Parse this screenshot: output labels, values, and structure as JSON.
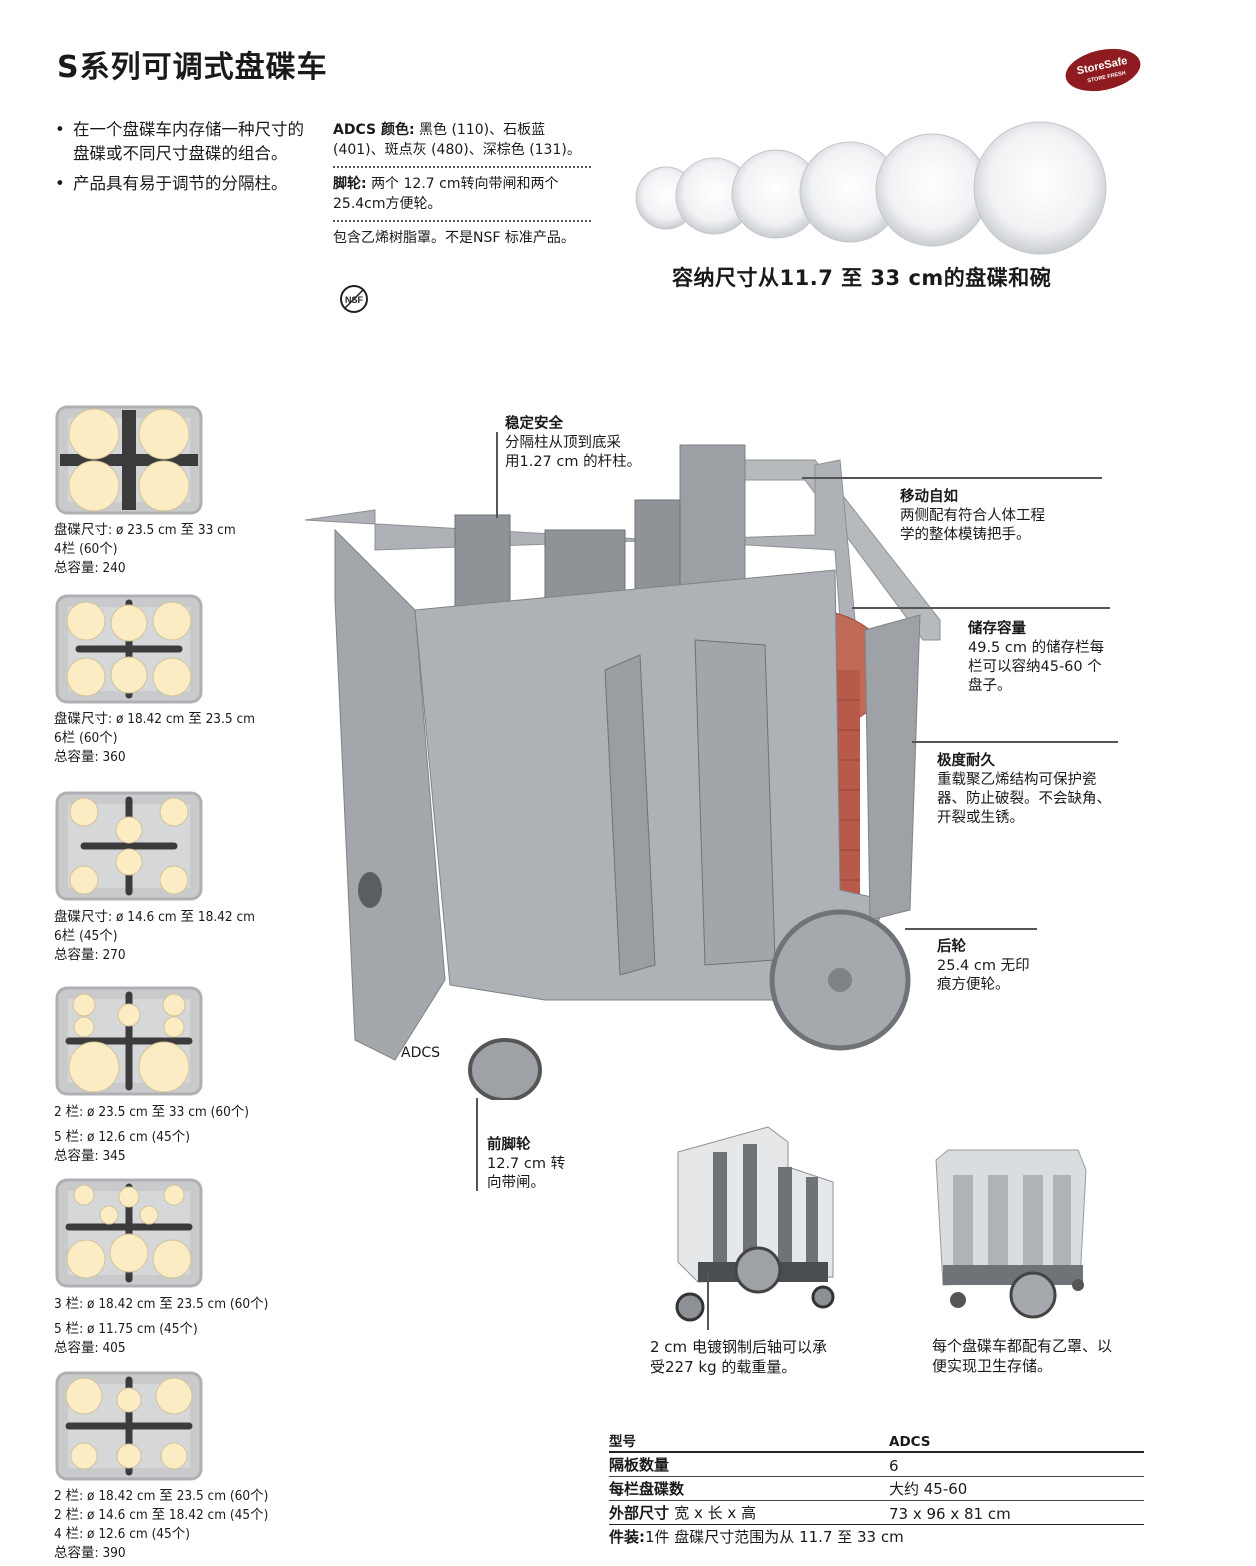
{
  "title": "S系列可调式盘碟车",
  "logo": {
    "line1": "StoreSafe",
    "line2": "STORE FRESH",
    "color": "#8e1b1f"
  },
  "bullets": [
    "在一个盘碟车内存储一种尺寸的盘碟或不同尺寸盘碟的组合。",
    "产品具有易于调节的分隔柱。"
  ],
  "specs": {
    "colors_label": "ADCS 颜色:",
    "colors_text": "黑色 (110)、石板蓝 (401)、斑点灰 (480)、深棕色 (131)。",
    "casters_label": "脚轮:",
    "casters_text": "两个 12.7 cm转向带闸和两个25.4cm方便轮。",
    "cover_text": "包含乙烯树脂罩。不是NSF 标准产品。",
    "nsf_icon": "nsf-logo"
  },
  "plates_caption": "容纳尺寸从11.7 至 33 cm的盘碟和碗",
  "layouts": [
    {
      "lines": [
        "盘碟尺寸: ø 23.5 cm 至 33 cm",
        "4栏 (60个)",
        "总容量: 240"
      ]
    },
    {
      "lines": [
        "盘碟尺寸: ø 18.42 cm 至 23.5 cm",
        "6栏 (60个)",
        "总容量: 360"
      ]
    },
    {
      "lines": [
        "盘碟尺寸: ø 14.6 cm 至 18.42 cm",
        "6栏 (45个)",
        "总容量: 270"
      ]
    },
    {
      "lines": [
        "2 栏: ø 23.5 cm 至 33 cm (60个)",
        "5 栏: ø 12.6 cm (45个)",
        "总容量: 345"
      ]
    },
    {
      "lines": [
        "3 栏: ø 18.42 cm 至 23.5 cm (60个)",
        "5 栏: ø 11.75 cm (45个)",
        "总容量: 405"
      ]
    },
    {
      "lines": [
        "2 栏: ø 18.42 cm 至 23.5 cm (60个)",
        "2 栏: ø 14.6 cm 至 18.42 cm (45个)",
        "4 栏: ø 12.6 cm (45个)",
        "总容量: 390"
      ]
    }
  ],
  "callouts": {
    "stable": {
      "head": "稳定安全",
      "body": [
        "分隔柱从顶到底采",
        "用1.27 cm 的杆柱。"
      ]
    },
    "mobile": {
      "head": "移动自如",
      "body": [
        "两侧配有符合人体工程",
        "学的整体模铸把手。"
      ]
    },
    "storage": {
      "head": "储存容量",
      "body": [
        "49.5 cm 的储存栏每",
        "栏可以容纳45-60 个",
        "盘子。"
      ]
    },
    "durable": {
      "head": "极度耐久",
      "body": [
        "重载聚乙烯结构可保护瓷",
        "器、防止破裂。不会缺角、",
        "开裂或生锈。"
      ]
    },
    "rear": {
      "head": "后轮",
      "body": [
        "25.4 cm 无印",
        "痕方便轮。"
      ]
    },
    "front": {
      "head": "前脚轮",
      "body": [
        "12.7 cm 转",
        "向带闸。"
      ]
    }
  },
  "adcs_label": "ADCS",
  "axle_caption": [
    "2 cm 电镀钢制后轴可以承",
    "受227 kg 的载重量。"
  ],
  "cover_caption": [
    "每个盘碟车都配有乙罩、以",
    "便实现卫生存储。"
  ],
  "table": {
    "header": {
      "label": "型号",
      "value": "ADCS"
    },
    "rows": [
      {
        "label": "隔板数量",
        "value": "6"
      },
      {
        "label": "每栏盘碟数",
        "value": "大约 45-60"
      },
      {
        "label": "外部尺寸",
        "label_extra": "宽 x 长 x 高",
        "value": "73 x 96 x 81 cm"
      }
    ],
    "footer": {
      "label": "件装:",
      "text": "1件    盘碟尺寸范围为从 11.7 至 33 cm"
    }
  },
  "colors": {
    "plate_cream": "#fbecc4",
    "tray_gray": "#c9cacc",
    "divider": "#3b3b3b",
    "cart_gray": "#9ea2a6",
    "dish_red": "#b75a49"
  }
}
